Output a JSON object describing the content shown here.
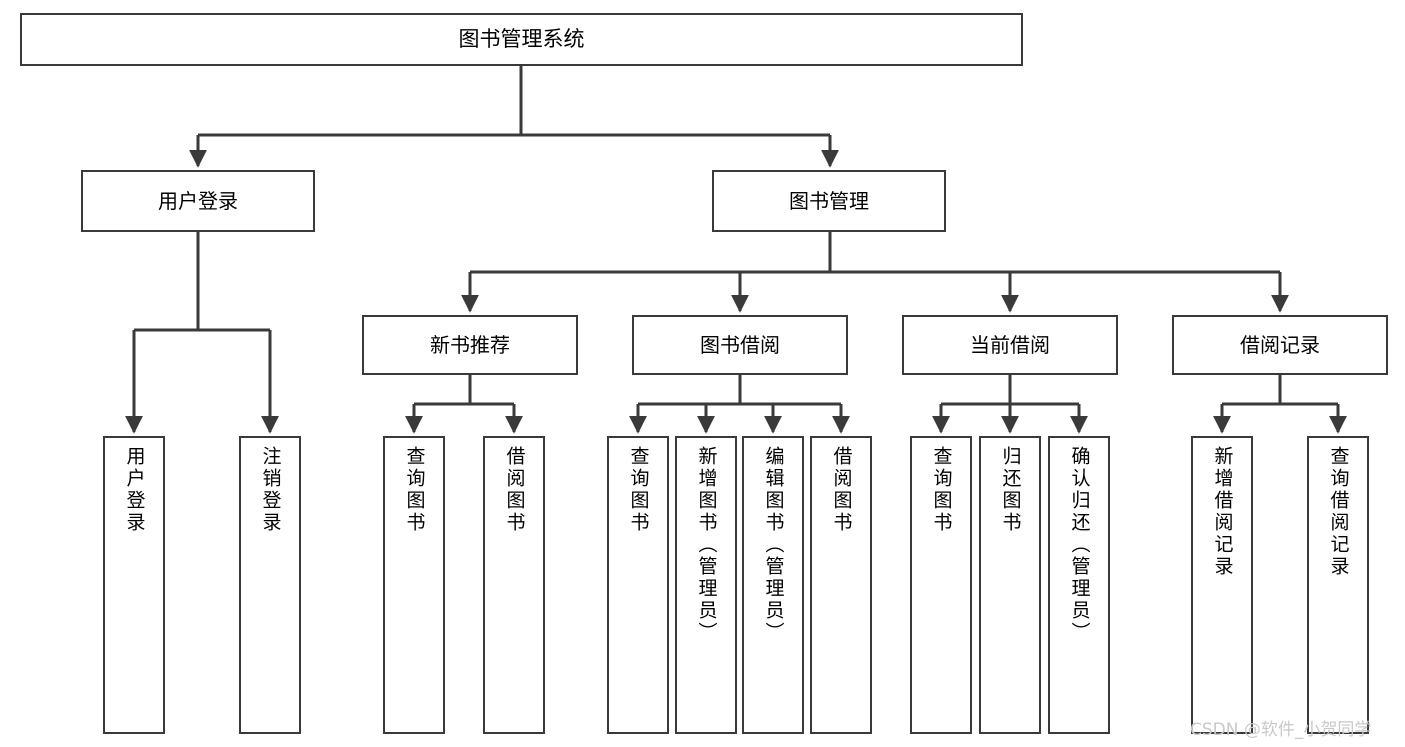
{
  "diagram": {
    "title": "图书管理系统",
    "type": "tree-hierarchy",
    "watermark": "CSDN @软件_小贺同学",
    "colors": {
      "box_border": "#3a3a3a",
      "box_fill": "#ffffff",
      "edge": "#3a3a3a",
      "text": "#000000",
      "watermark": "#c9c9c9",
      "background": "#ffffff"
    }
  },
  "nodes": {
    "root": {
      "label": "图书管理系统"
    },
    "level1": [
      {
        "id": "user-login",
        "label": "用户登录"
      },
      {
        "id": "book-management",
        "label": "图书管理"
      }
    ],
    "level2": [
      {
        "id": "new-book-recommend",
        "label": "新书推荐"
      },
      {
        "id": "book-borrow",
        "label": "图书借阅"
      },
      {
        "id": "current-borrow",
        "label": "当前借阅"
      },
      {
        "id": "borrow-record",
        "label": "借阅记录"
      }
    ],
    "leaves": {
      "user-login": [
        {
          "id": "leaf-user-login",
          "label": "用户登录"
        },
        {
          "id": "leaf-logout-login",
          "label": "注销登录"
        }
      ],
      "new-book-recommend": [
        {
          "id": "leaf-query-book-1",
          "label": "查询图书"
        },
        {
          "id": "leaf-borrow-book-1",
          "label": "借阅图书"
        }
      ],
      "book-borrow": [
        {
          "id": "leaf-query-book-2",
          "label": "查询图书"
        },
        {
          "id": "leaf-add-book",
          "label": "新增图书（管理员）"
        },
        {
          "id": "leaf-edit-book",
          "label": "编辑图书（管理员）"
        },
        {
          "id": "leaf-borrow-book-2",
          "label": "借阅图书"
        }
      ],
      "current-borrow": [
        {
          "id": "leaf-query-book-3",
          "label": "查询图书"
        },
        {
          "id": "leaf-return-book",
          "label": "归还图书"
        },
        {
          "id": "leaf-confirm-return",
          "label": "确认归还（管理员）"
        }
      ],
      "borrow-record": [
        {
          "id": "leaf-add-record",
          "label": "新增借阅记录"
        },
        {
          "id": "leaf-query-record",
          "label": "查询借阅记录"
        }
      ]
    }
  },
  "edges": [
    {
      "from": "图书管理系统",
      "to": "用户登录"
    },
    {
      "from": "图书管理系统",
      "to": "图书管理"
    },
    {
      "from": "图书管理",
      "to": "新书推荐"
    },
    {
      "from": "图书管理",
      "to": "图书借阅"
    },
    {
      "from": "图书管理",
      "to": "当前借阅"
    },
    {
      "from": "图书管理",
      "to": "借阅记录"
    },
    {
      "from": "用户登录",
      "to": "用户登录"
    },
    {
      "from": "用户登录",
      "to": "注销登录"
    },
    {
      "from": "新书推荐",
      "to": "查询图书"
    },
    {
      "from": "新书推荐",
      "to": "借阅图书"
    },
    {
      "from": "图书借阅",
      "to": "查询图书"
    },
    {
      "from": "图书借阅",
      "to": "新增图书（管理员）"
    },
    {
      "from": "图书借阅",
      "to": "编辑图书（管理员）"
    },
    {
      "from": "图书借阅",
      "to": "借阅图书"
    },
    {
      "from": "当前借阅",
      "to": "查询图书"
    },
    {
      "from": "当前借阅",
      "to": "归还图书"
    },
    {
      "from": "当前借阅",
      "to": "确认归还（管理员）"
    },
    {
      "from": "借阅记录",
      "to": "新增借阅记录"
    },
    {
      "from": "借阅记录",
      "to": "查询借阅记录"
    }
  ]
}
